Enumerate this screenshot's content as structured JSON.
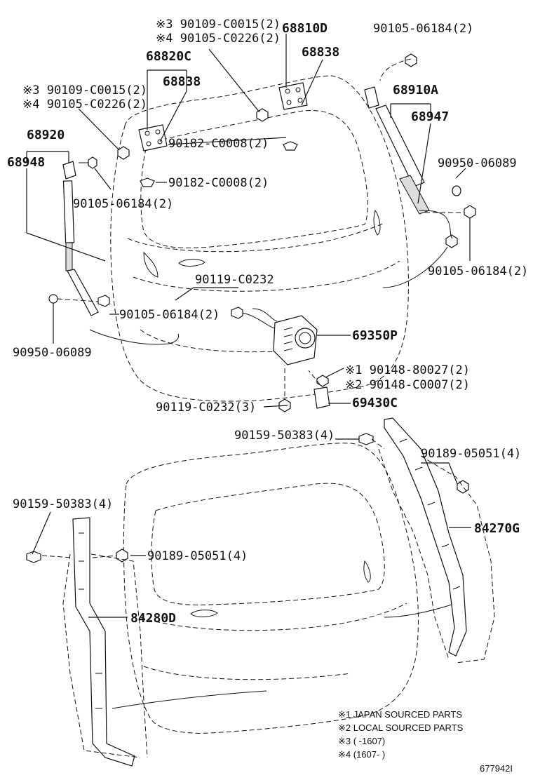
{
  "upper_labels": {
    "l1": "※3 90109-C0015(2)",
    "l2": "※4 90105-C0226(2)",
    "l3": "68810D",
    "l4": "90105-06184(2)",
    "l5": "68820C",
    "l6": "68838",
    "l7": "68838",
    "l8": "※3 90109-C0015(2)",
    "l9": "※4 90105-C0226(2)",
    "l10": "68910A",
    "l11": "68947",
    "l12": "68920",
    "l13": "68948",
    "l14": "90182-C0008(2)",
    "l15": "90950-06089",
    "l16": "90182-C0008(2)",
    "l17": "90105-06184(2)",
    "l18": "90105-06184(2)",
    "l19": "90119-C0232",
    "l20": "90105-06184(2)",
    "l21": "69350P",
    "l22": "90950-06089",
    "l23": "※1 90148-80027(2)",
    "l24": "※2 90148-C0007(2)",
    "l25": "90119-C0232(3)",
    "l26": "69430C"
  },
  "lower_labels": {
    "l1": "90159-50383(4)",
    "l2": "90189-05051(4)",
    "l3": "90159-50383(4)",
    "l4": "84270G",
    "l5": "90189-05051(4)",
    "l6": "84280D"
  },
  "notes": {
    "n1": "※1 JAPAN SOURCED PARTS",
    "n2": "※2 LOCAL SOURCED PARTS",
    "n3": "※3 (       -1607)",
    "n4": "※4 (1607-        )"
  },
  "figure_id": "677942I"
}
